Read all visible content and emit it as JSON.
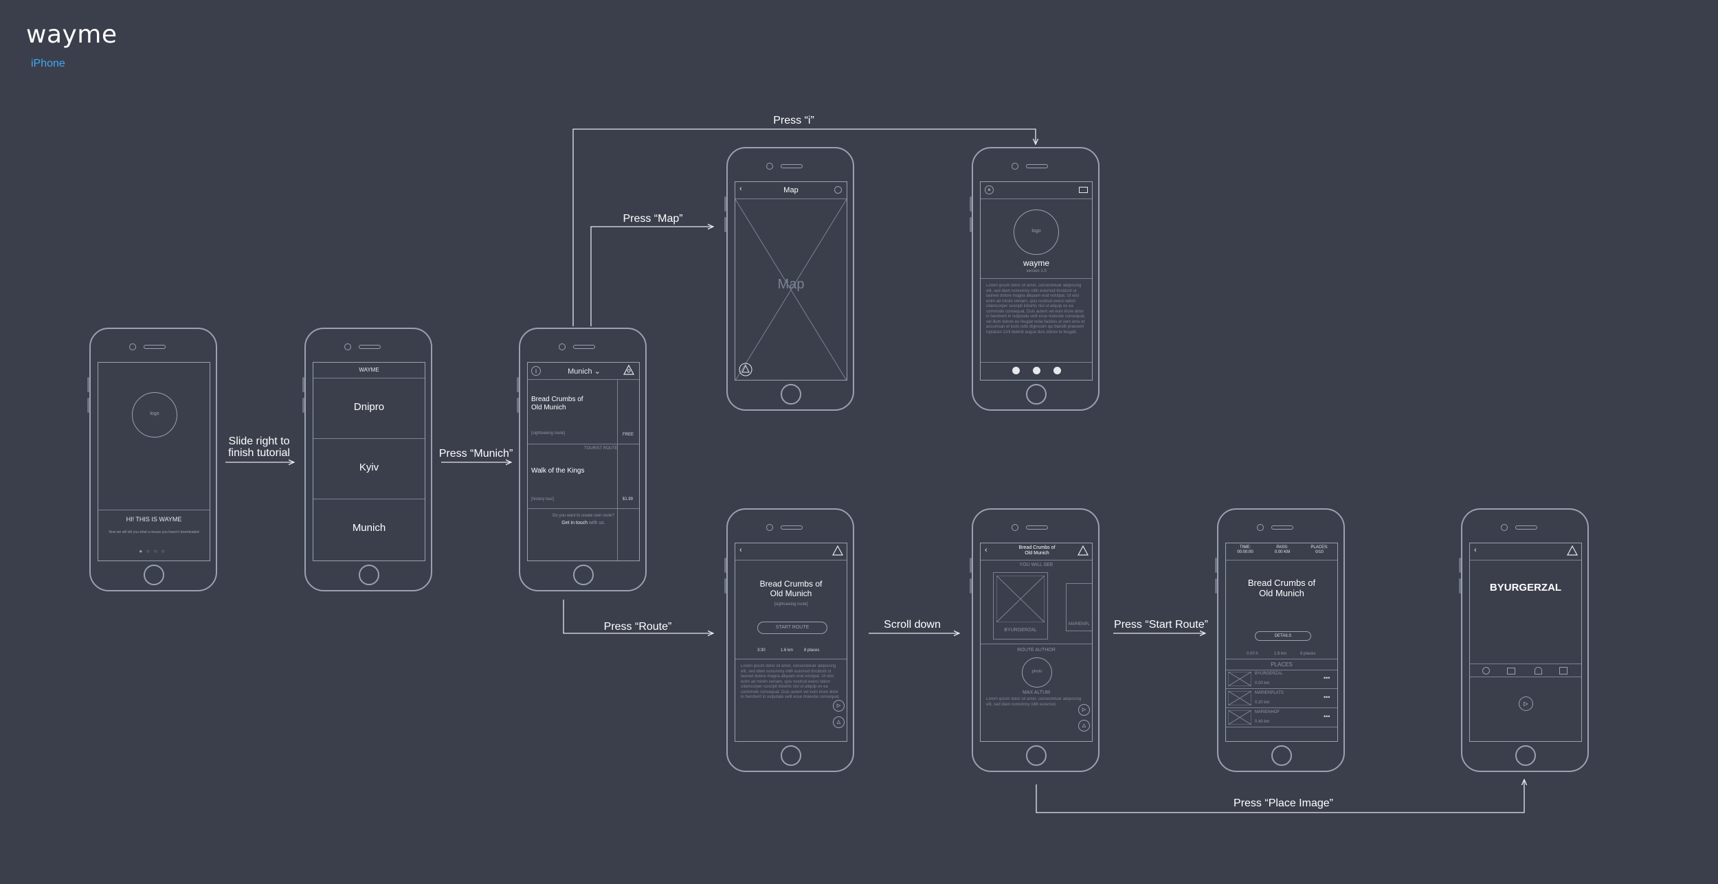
{
  "brand": {
    "title": "wayme",
    "platform": "iPhone"
  },
  "flow_labels": {
    "slide": "Slide right to\nfinish tutorial",
    "munich": "Press “Munich”",
    "map": "Press “Map”",
    "info": "Press “i”",
    "route": "Press “Route”",
    "scroll": "Scroll down",
    "start_route": "Press “Start Route”",
    "place_image": "Press “Place Image”"
  },
  "tutorial": {
    "logo": "logo",
    "heading": "HI! THIS IS WAYME",
    "body": "Now we will tell you what a mouse you haven’t downloaded"
  },
  "cities": {
    "header": "WAYME",
    "items": [
      "Dnipro",
      "Kyiv",
      "Munich"
    ]
  },
  "routes": {
    "city": "Munich",
    "route1_title": "Bread Crumbs of\nOld Munich",
    "route1_tag": "[sightseeing route]",
    "route1_side": "FREE",
    "route2_badge": "TOURIST ROUTE",
    "route2_title": "Walk of the Kings",
    "route2_tag": "[history tour]",
    "route2_side": "$1.99",
    "footer_line1": "Do you want to create own route?",
    "footer_link": "Get in touch",
    "footer_rest": "with us."
  },
  "map": {
    "title": "Map",
    "placeholder": "Map"
  },
  "about": {
    "logo": "logo",
    "name": "wayme",
    "version": "version 1.0",
    "text": "Lorem ipsum dolor sit amet, consectetuer adipiscing elit, sed diam nonummy nibh euismod tincidunt ut laoreet dolore magna aliquam erat volutpat. Ut wisi enim ad minim veniam, quis nostrud exerci tation ullamcorper suscipit lobortis nisl ut aliquip ex ea commodo consequat. Duis autem vel eum iriure dolor in hendrerit in vulputate velit esse molestie consequat, vel illum dolore eu feugiat nulla facilisis at vero eros et accumsan et iusto odio dignissim qui blandit praesent luptatum zzril delenit augue duis dolore te feugait."
  },
  "route_detail": {
    "title": "Bread Crumbs of\nOld Munich",
    "tag": "[sightseeing route]",
    "button": "START ROUTE",
    "stats": [
      "3:30",
      "1.6 km",
      "8 places"
    ],
    "text": "Lorem ipsum dolor sit amet, consectetuer adipiscing elit, sed diam nonummy nibh euismod tincidunt ut laoreet dolore magna aliquam erat volutpat. Ut wisi enim ad minim veniam, quis nostrud exerci tation ullamcorper suscipit lobortis nisl ut aliquip ex ea commodo consequat. Duis autem vel eum iriure dolor in hendrerit in vulputate velit esse molestie consequat."
  },
  "scroll_screen": {
    "title": "Bread Crumbs of\nOld Munich",
    "section1": "YOU WILL SEE",
    "place1": "BYURGERZAL",
    "place2": "MARIENPL",
    "section2": "ROUTE AUTHOR",
    "photo": "photo",
    "author": "MAX ALTUM",
    "text": "Lorem ipsum dolor sit amet, consectetuer adipiscing elit, sed diam nonummy nibh euismod."
  },
  "active_route": {
    "time_label": "TIME:",
    "time_value": "00:00:00",
    "pass_label": "PASS:",
    "pass_value": "0.00 KM",
    "places_label": "PLACES:",
    "places_value": "0/10",
    "title": "Bread Crumbs of\nOld Munich",
    "details": "DETAILS",
    "stats": [
      "0.00 h",
      "1.6 km",
      "8 places"
    ],
    "places_header": "PLACES",
    "places": [
      "BYURGERZAL",
      "MARIENPLATS",
      "MARIENHOF"
    ],
    "distances": [
      "0.00 km",
      "0.20 km",
      "0.40 km"
    ]
  },
  "place": {
    "title": "BYURGERZAL"
  }
}
